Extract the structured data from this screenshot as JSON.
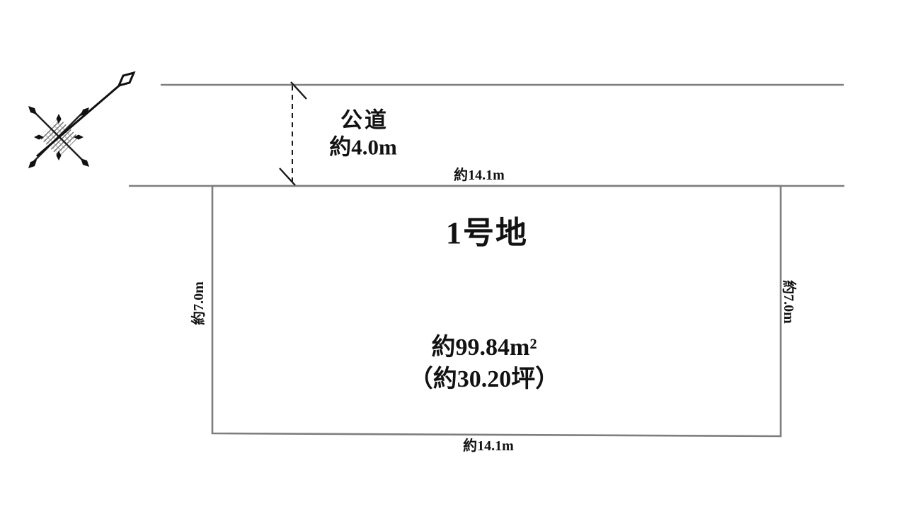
{
  "canvas": {
    "background": "#ffffff",
    "boundary_line_color": "#7e7e7e",
    "dimension_ink_color": "#1a1a1a"
  },
  "compass": {
    "icon": "north-arrow-compass"
  },
  "road": {
    "name_label": "公道",
    "width_label": "約4.0m"
  },
  "plot": {
    "title": "1号地",
    "area_sqm": "約99.84m²",
    "area_tsubo": "（約30.20坪）",
    "dims": {
      "top": "約14.1m",
      "bottom": "約14.1m",
      "left": "約7.0m",
      "right": "約7.0m"
    }
  }
}
